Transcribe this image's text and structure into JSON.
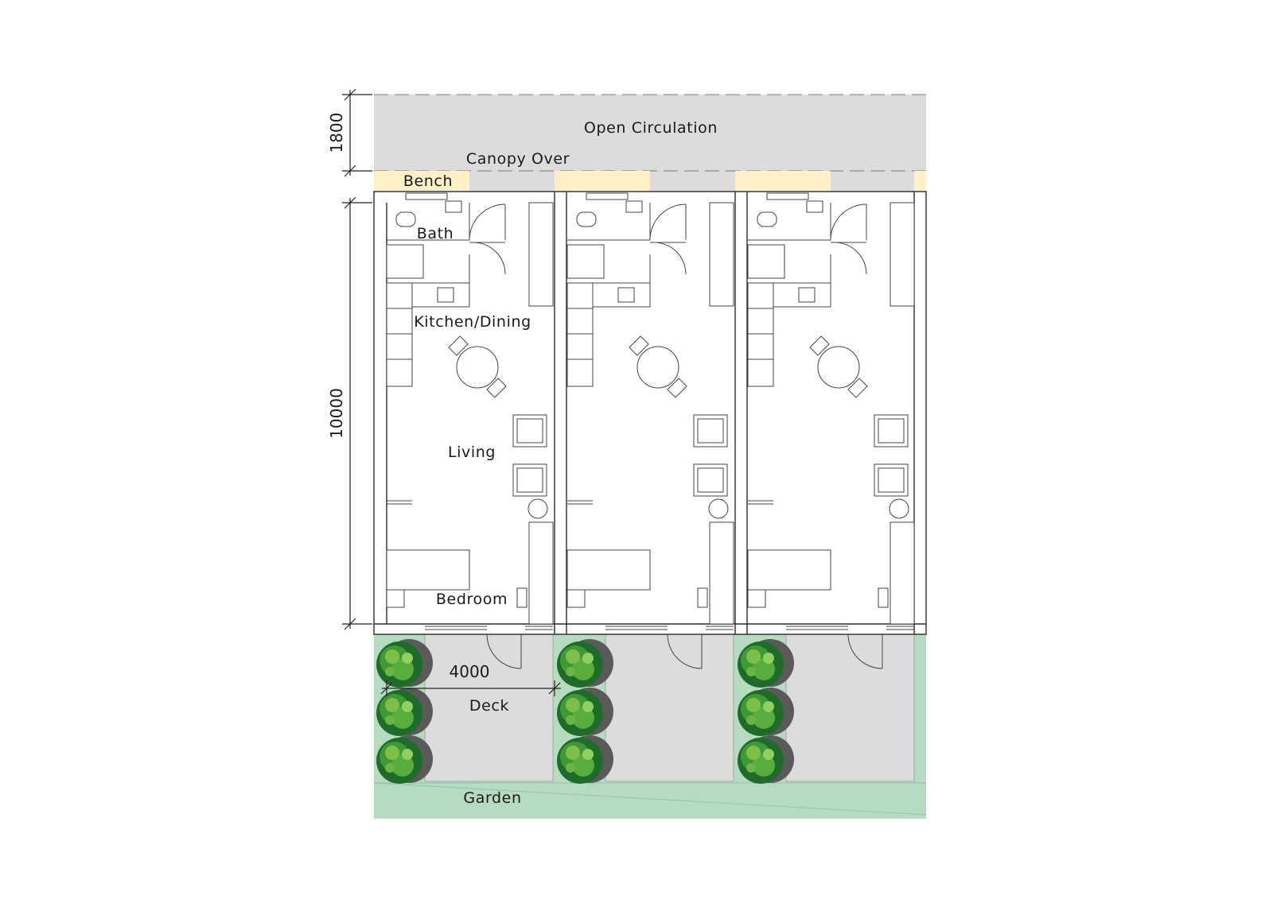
{
  "labels": {
    "circulation": "Open Circulation",
    "canopy": "Canopy Over",
    "bench": "Bench",
    "bath": "Bath",
    "kitchen": "Kitchen/Dining",
    "living": "Living",
    "bedroom": "Bedroom",
    "deck": "Deck",
    "garden": "Garden"
  },
  "dimensions": {
    "circulation_depth": "1800",
    "unit_depth": "10000",
    "unit_width": "4000"
  },
  "units": [
    {
      "id": "unit-1"
    },
    {
      "id": "unit-2"
    },
    {
      "id": "unit-3"
    }
  ],
  "colors": {
    "circulation": "#dcdcdc",
    "bench": "#fdf0c4",
    "deck": "#dcdcdc",
    "garden": "#b5dcc0",
    "tree_dark": "#1f6b2a",
    "tree_light": "#7cc04a",
    "tree_shadow": "#555555"
  }
}
